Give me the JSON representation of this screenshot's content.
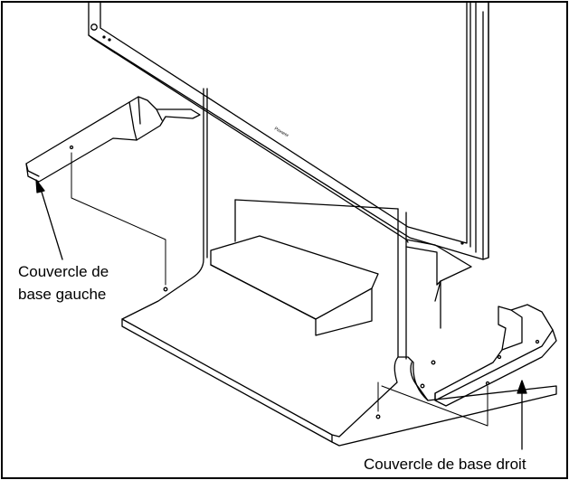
{
  "labels": {
    "left_cover_line1": "Couvercle de",
    "left_cover_line2": "base gauche",
    "right_cover": "Couvercle de base droit"
  },
  "brand_text": "Pioneer",
  "colors": {
    "line": "#000000",
    "background": "#ffffff"
  }
}
